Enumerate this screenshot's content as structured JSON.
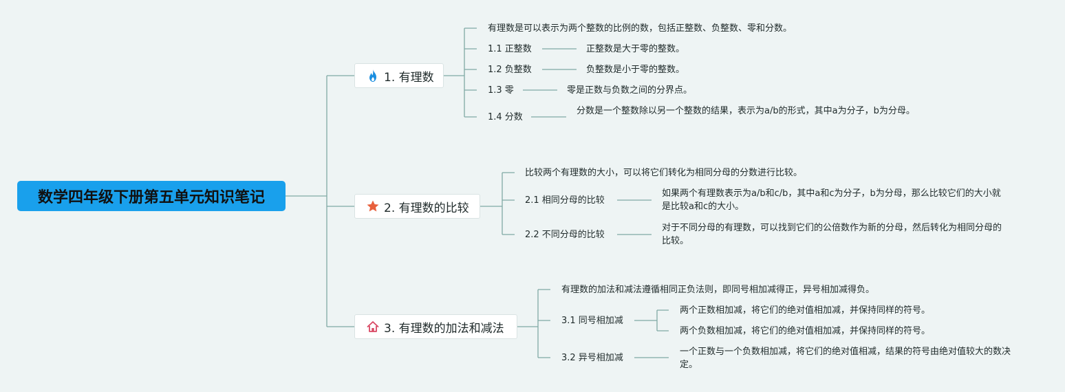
{
  "root": {
    "title": "数学四年级下册第五单元知识笔记"
  },
  "colors": {
    "root_bg": "#19a0ec",
    "line": "#7fa9a3",
    "canvas": "#eef4f4",
    "fire": "#1b8fe0",
    "star": "#e8603c",
    "house": "#d94763"
  },
  "branches": [
    {
      "label": "1. 有理数",
      "icon": "fire-icon",
      "summary": "有理数是可以表示为两个整数的比例的数，包括正整数、负整数、零和分数。",
      "items": [
        {
          "label": "1.1 正整数",
          "details": [
            "正整数是大于零的整数。"
          ]
        },
        {
          "label": "1.2 负整数",
          "details": [
            "负整数是小于零的整数。"
          ]
        },
        {
          "label": "1.3 零",
          "details": [
            "零是正数与负数之间的分界点。"
          ]
        },
        {
          "label": "1.4 分数",
          "details": [
            "分数是一个整数除以另一个整数的结果，表示为a/b的形式，其中a为分子，b为分母。"
          ]
        }
      ]
    },
    {
      "label": "2. 有理数的比较",
      "icon": "star-icon",
      "summary": "比较两个有理数的大小，可以将它们转化为相同分母的分数进行比较。",
      "items": [
        {
          "label": "2.1 相同分母的比较",
          "details": [
            "如果两个有理数表示为a/b和c/b，其中a和c为分子，b为分母，那么比较它们的大小就是比较a和c的大小。"
          ]
        },
        {
          "label": "2.2 不同分母的比较",
          "details": [
            "对于不同分母的有理数，可以找到它们的公倍数作为新的分母，然后转化为相同分母的比较。"
          ]
        }
      ]
    },
    {
      "label": "3. 有理数的加法和减法",
      "icon": "house-icon",
      "summary": "有理数的加法和减法遵循相同正负法则，即同号相加减得正，异号相加减得负。",
      "items": [
        {
          "label": "3.1 同号相加减",
          "details": [
            "两个正数相加减，将它们的绝对值相加减，并保持同样的符号。",
            "两个负数相加减，将它们的绝对值相加减，并保持同样的符号。"
          ]
        },
        {
          "label": "3.2 异号相加减",
          "details": [
            "一个正数与一个负数相加减，将它们的绝对值相减，结果的符号由绝对值较大的数决定。"
          ]
        }
      ]
    }
  ]
}
